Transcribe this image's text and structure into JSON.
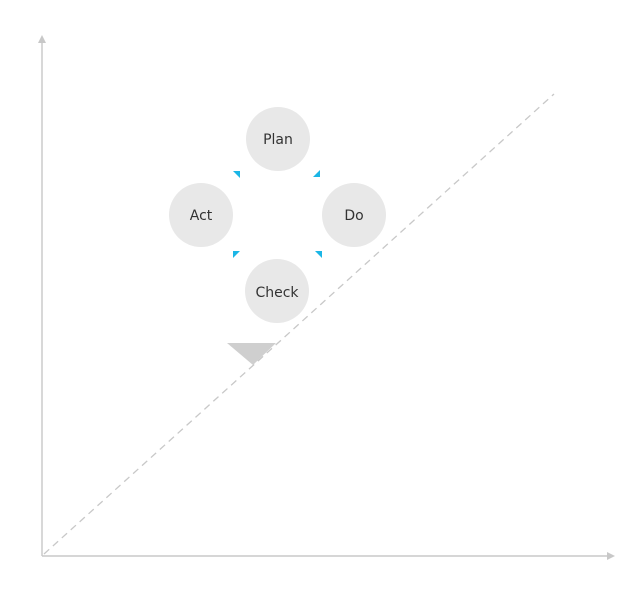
{
  "diagram": {
    "title": "",
    "nodes": [
      {
        "id": "plan",
        "label": "Plan"
      },
      {
        "id": "do",
        "label": "Do"
      },
      {
        "id": "check",
        "label": "Check"
      },
      {
        "id": "act",
        "label": "Act"
      }
    ],
    "cycle_order": [
      "plan",
      "do",
      "check",
      "act"
    ],
    "colors": {
      "axis": "#c8c8c8",
      "diagonal": "#c8c8c8",
      "node_fill": "#e8e8e8",
      "node_text": "#333333",
      "arrow_accent": "#1bb6e6",
      "wedge": "#cfcfcf"
    }
  }
}
